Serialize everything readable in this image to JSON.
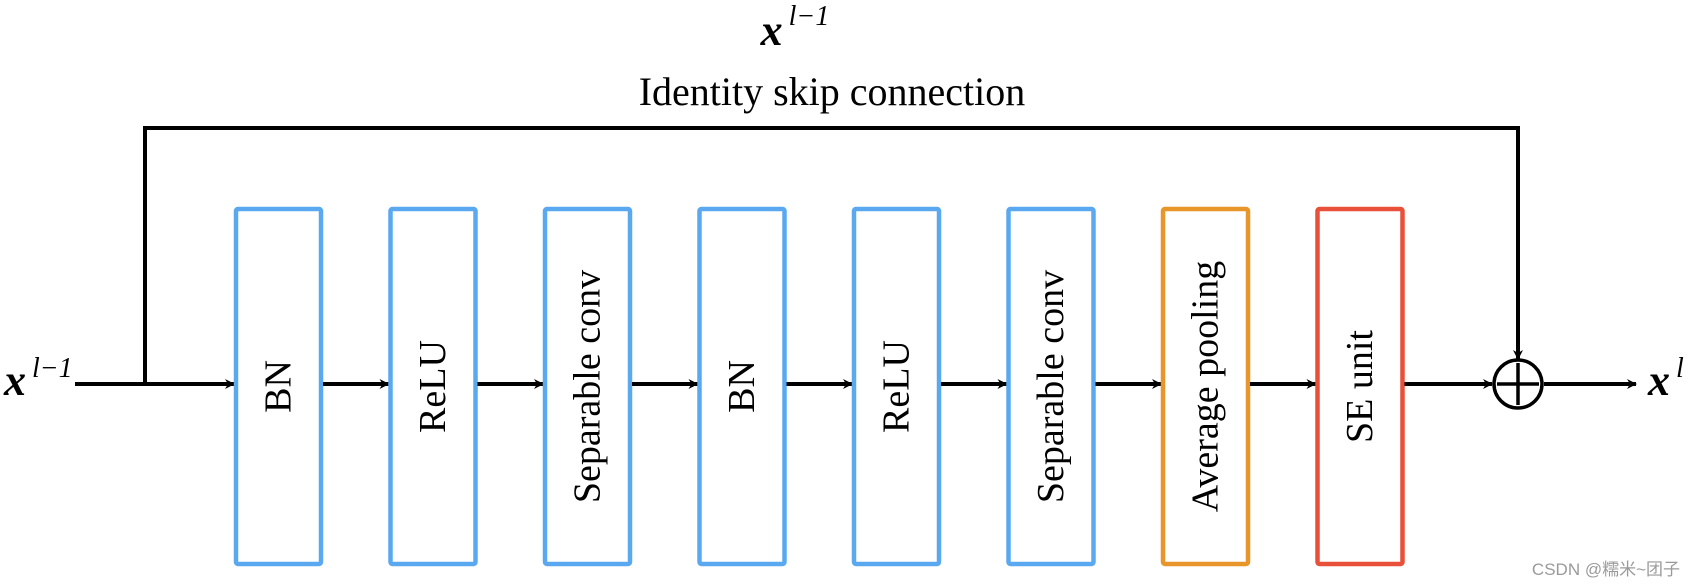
{
  "diagram": {
    "input_var": {
      "base": "x",
      "sup": "l−1"
    },
    "output_var": {
      "base": "x",
      "sup": "l"
    },
    "skip_var": {
      "base": "x",
      "sup": "l−1"
    },
    "skip_label": "Identity skip connection",
    "blocks": [
      {
        "label": "BN",
        "border_color": "#5aa9f0"
      },
      {
        "label": "ReLU",
        "border_color": "#5aa9f0"
      },
      {
        "label": "Separable conv",
        "border_color": "#5aa9f0"
      },
      {
        "label": "BN",
        "border_color": "#5aa9f0"
      },
      {
        "label": "ReLU",
        "border_color": "#5aa9f0"
      },
      {
        "label": "Separable conv",
        "border_color": "#5aa9f0"
      },
      {
        "label": "Average pooling",
        "border_color": "#e8962a"
      },
      {
        "label": "SE unit",
        "border_color": "#e8503a"
      }
    ],
    "sum_symbol": "add-circle-icon",
    "line_color": "#000000"
  },
  "watermark": "CSDN @糯米~团子"
}
